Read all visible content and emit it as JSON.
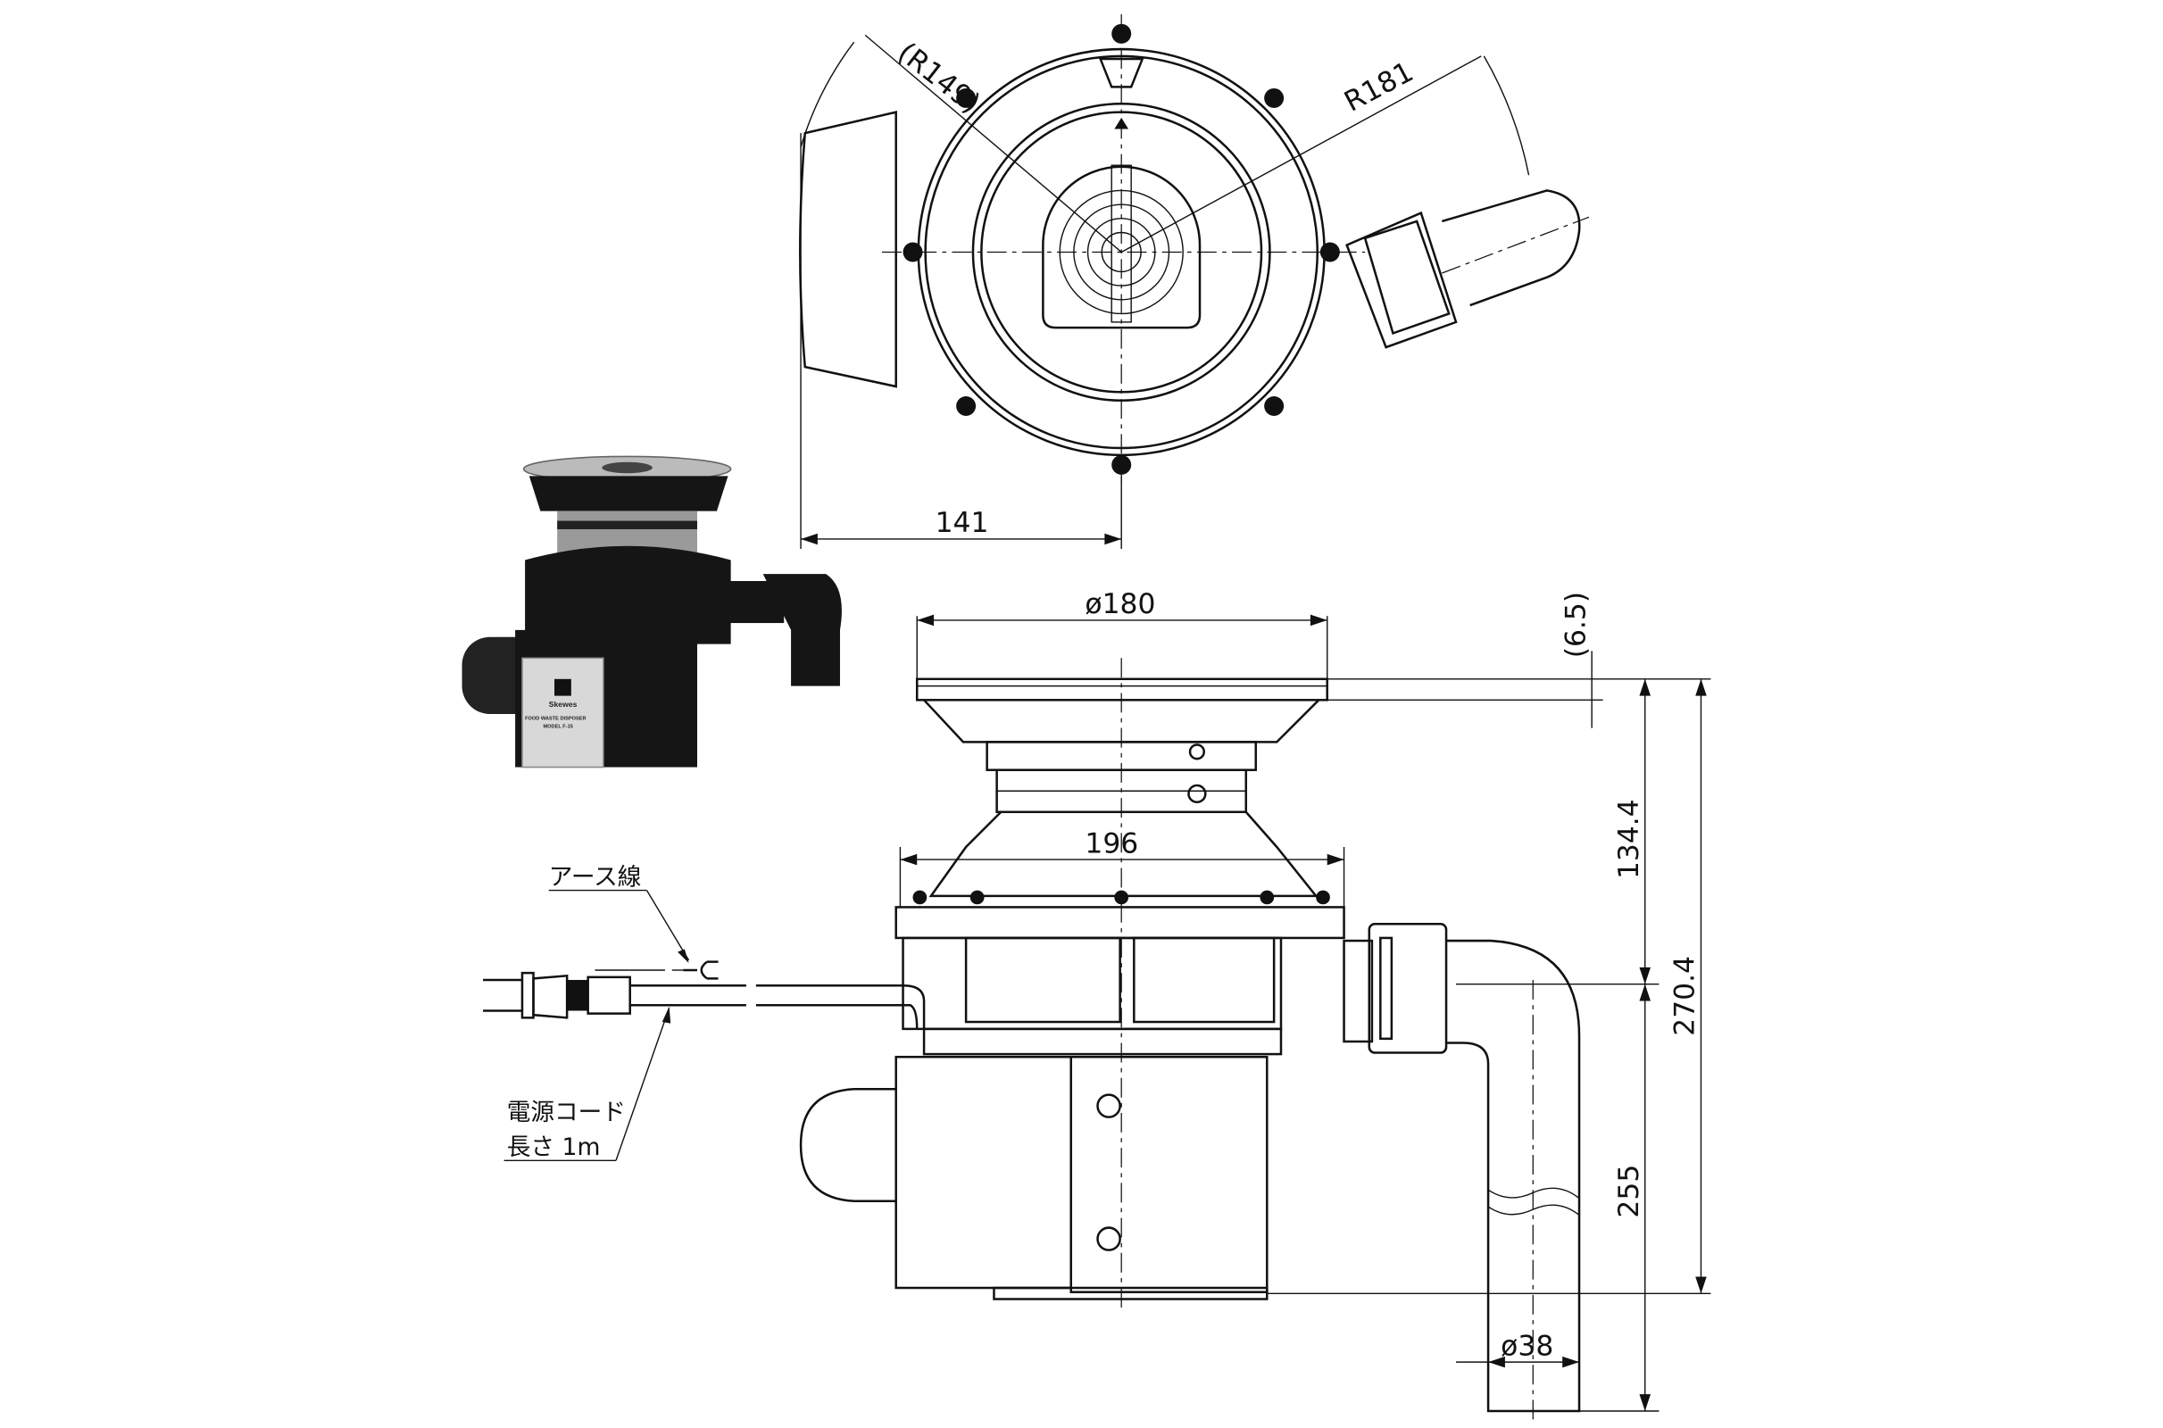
{
  "title": "Food waste disposer dimension drawing",
  "top_view": {
    "radius_outer": "(R149)",
    "radius_pipe": "R181",
    "width_to_center": "141"
  },
  "front_view": {
    "flange_diameter": "ø180",
    "flange_thickness": "(6.5)",
    "body_width": "196",
    "height_to_outlet": "134.4",
    "total_height": "270.4",
    "outlet_drop": "255",
    "outlet_diameter": "ø38"
  },
  "cord": {
    "earth_wire": "アース線",
    "power_cord": "電源コード",
    "cord_length": "長さ 1m"
  },
  "photo_label": {
    "brand": "Skewes",
    "product": "FOOD WASTE DISPOSER",
    "model": "MODEL F-15"
  },
  "colors": {
    "line": "#111111",
    "product_body": "#151515",
    "plate": "#d8d8d8"
  }
}
